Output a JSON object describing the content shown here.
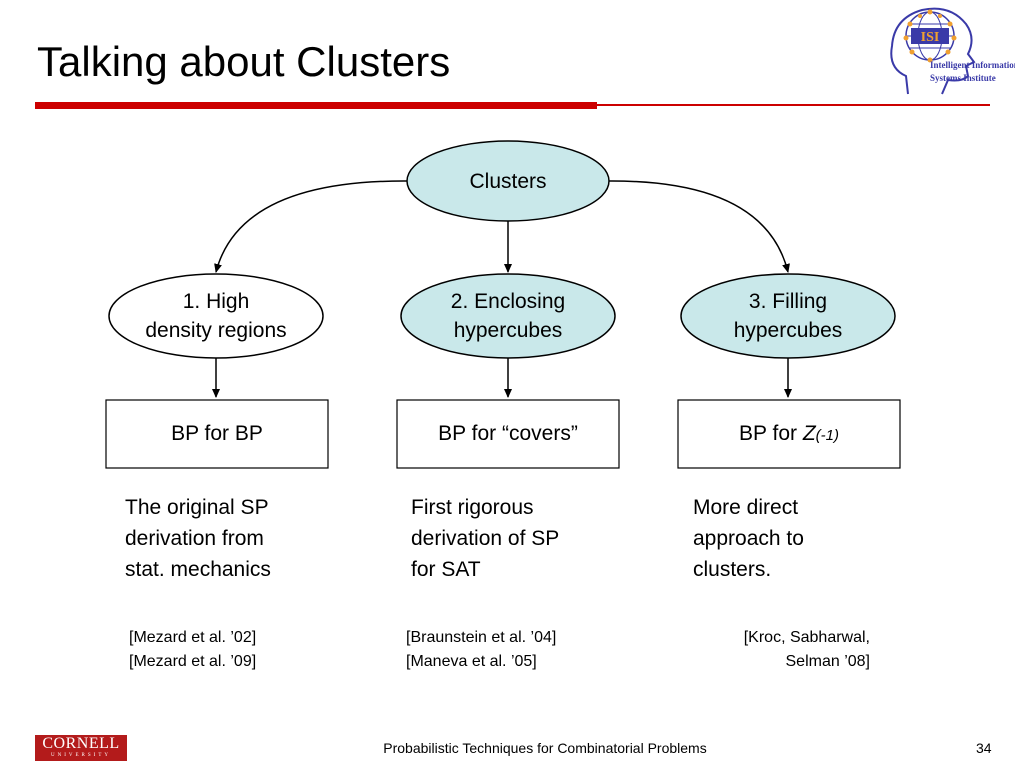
{
  "slide": {
    "title": "Talking about Clusters",
    "footer": "Probabilistic Techniques for Combinatorial Problems",
    "page_number": "34"
  },
  "logo": {
    "acronym": "ISI",
    "line1": "Intelligent Information",
    "line2": "Systems Institute"
  },
  "cornell": {
    "name": "CORNELL",
    "sub": "UNIVERSITY"
  },
  "colors": {
    "accent_red": "#cc0000",
    "node_fill": "#c9e8ea",
    "logo_blue": "#3a3aa8",
    "logo_orange": "#f0a030"
  },
  "diagram": {
    "root": "Clusters",
    "branches": [
      {
        "node_line1": "1. High",
        "node_line2": "density regions",
        "box": "BP for BP",
        "desc": [
          "The original SP",
          "derivation from",
          "stat. mechanics"
        ],
        "refs": [
          "[Mezard et al. ’02]",
          "[Mezard et al. ’09]"
        ]
      },
      {
        "node_line1": "2. Enclosing",
        "node_line2": "hypercubes",
        "box": "BP for “covers”",
        "desc": [
          "First rigorous",
          "derivation of SP",
          "for SAT"
        ],
        "refs": [
          "[Braunstein et al. ’04]",
          "[Maneva et al. ’05]"
        ]
      },
      {
        "node_line1": "3. Filling",
        "node_line2": "hypercubes",
        "box_prefix": "BP for ",
        "box_var": "Z",
        "box_sub": "(-1)",
        "desc": [
          "More direct",
          "approach to",
          "clusters."
        ],
        "refs": [
          "[Kroc, Sabharwal,",
          "Selman ’08]"
        ]
      }
    ]
  }
}
